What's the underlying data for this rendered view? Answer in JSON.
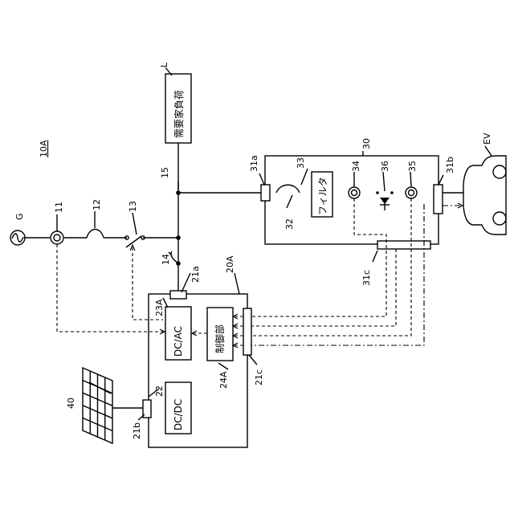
{
  "labels": {
    "figure_id": "10A",
    "load_letter": "L",
    "load_text": "需要家負荷",
    "grid_letter": "G",
    "ev": "EV",
    "pv": "40",
    "n11": "11",
    "n12": "12",
    "n13": "13",
    "n14": "14",
    "n15": "15",
    "n20A": "20A",
    "n21a": "21a",
    "n21b": "21b",
    "n21c": "21c",
    "n22": "22",
    "n23A": "23A",
    "n24A": "24A",
    "n30": "30",
    "n31a": "31a",
    "n31b": "31b",
    "n31c": "31c",
    "n32": "32",
    "n33": "33",
    "n34": "34",
    "n35": "35",
    "n36": "36"
  },
  "blocks": {
    "dcac": "DC/AC",
    "dcdc": "DC/DC",
    "control": "制御部",
    "filter": "フィルタ"
  }
}
